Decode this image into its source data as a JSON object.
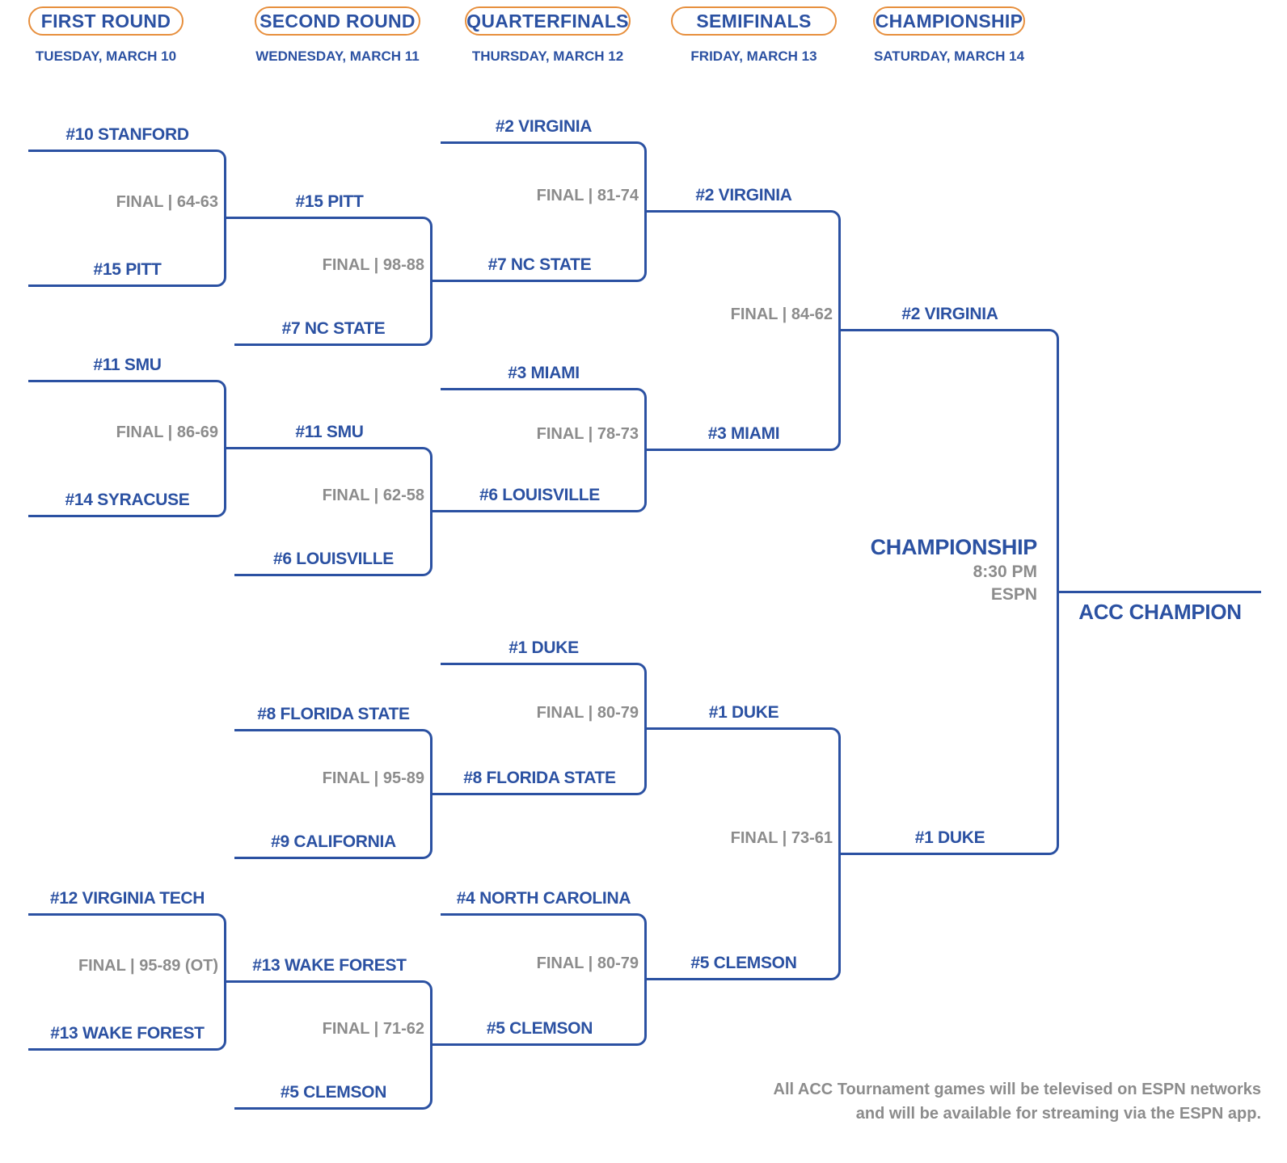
{
  "rounds": [
    {
      "label": "FIRST ROUND",
      "date": "TUESDAY, MARCH 10"
    },
    {
      "label": "SECOND ROUND",
      "date": "WEDNESDAY, MARCH 11"
    },
    {
      "label": "QUARTERFINALS",
      "date": "THURSDAY, MARCH 12"
    },
    {
      "label": "SEMIFINALS",
      "date": "FRIDAY, MARCH 13"
    },
    {
      "label": "CHAMPIONSHIP",
      "date": "SATURDAY, MARCH 14"
    }
  ],
  "bracket": {
    "first_round": {
      "games": [
        {
          "top": "#10 STANFORD",
          "bottom": "#15 PITT",
          "result": "FINAL | 64-63"
        },
        {
          "top": "#11 SMU",
          "bottom": "#14 SYRACUSE",
          "result": "FINAL | 86-69"
        },
        {
          "top": "#12 VIRGINIA TECH",
          "bottom": "#13 WAKE FOREST",
          "result": "FINAL | 95-89 (OT)"
        }
      ]
    },
    "second_round": {
      "games": [
        {
          "top": "#15 PITT",
          "bottom": "#7 NC STATE",
          "result": "FINAL | 98-88"
        },
        {
          "top": "#11 SMU",
          "bottom": "#6 LOUISVILLE",
          "result": "FINAL | 62-58"
        },
        {
          "top": "#8 FLORIDA STATE",
          "bottom": "#9 CALIFORNIA",
          "result": "FINAL | 95-89"
        },
        {
          "top": "#13 WAKE FOREST",
          "bottom": "#5 CLEMSON",
          "result": "FINAL | 71-62"
        }
      ]
    },
    "quarterfinals": {
      "games": [
        {
          "top": "#2 VIRGINIA",
          "bottom": "#7 NC STATE",
          "result": "FINAL | 81-74"
        },
        {
          "top": "#3 MIAMI",
          "bottom": "#6 LOUISVILLE",
          "result": "FINAL | 78-73"
        },
        {
          "top": "#1 DUKE",
          "bottom": "#8 FLORIDA STATE",
          "result": "FINAL | 80-79"
        },
        {
          "top": "#4 NORTH CAROLINA",
          "bottom": "#5 CLEMSON",
          "result": "FINAL | 80-79"
        }
      ]
    },
    "semifinals": {
      "games": [
        {
          "top": "#2 VIRGINIA",
          "bottom": "#3 MIAMI",
          "result": "FINAL | 84-62"
        },
        {
          "top": "#1 DUKE",
          "bottom": "#5 CLEMSON",
          "result": "FINAL | 73-61"
        }
      ]
    },
    "championship": {
      "top": "#2 VIRGINIA",
      "bottom": "#1 DUKE",
      "title": "CHAMPIONSHIP",
      "time": "8:30 PM",
      "network": "ESPN",
      "champion_label": "ACC CHAMPION"
    }
  },
  "footer": {
    "line1": "All ACC Tournament games will be televised on ESPN networks",
    "line2": "and will be available for streaming via the ESPN app."
  },
  "colors": {
    "blue": "#2b51a2",
    "orange": "#e78f3d",
    "gray": "#8c8c8c"
  }
}
